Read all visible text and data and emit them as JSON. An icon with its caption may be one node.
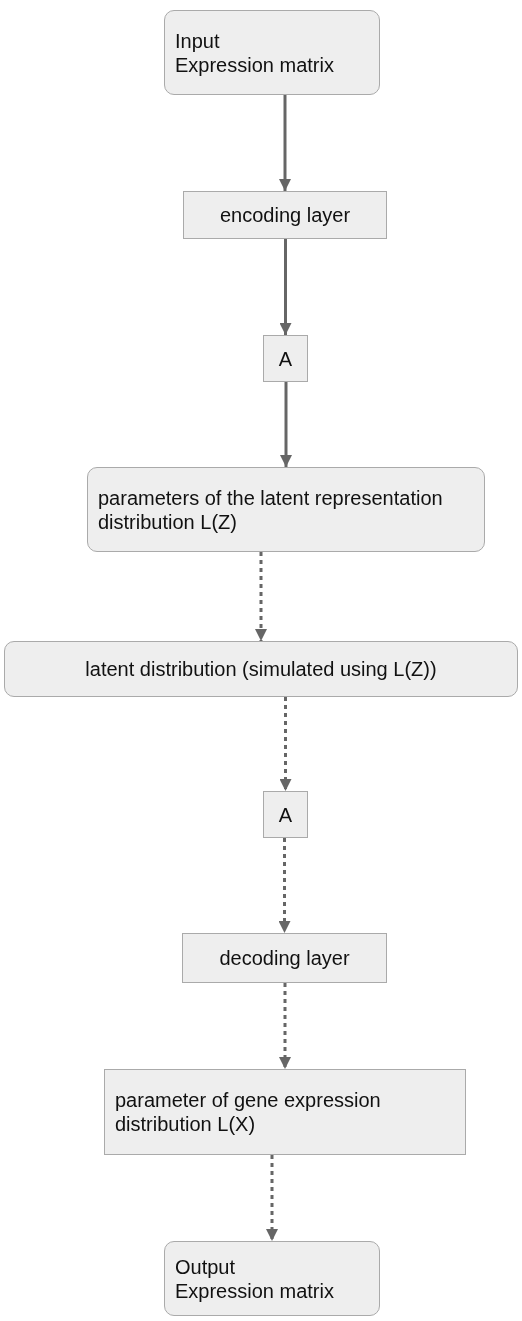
{
  "diagram": {
    "nodes": [
      {
        "text": [
          "Input",
          "Expression matrix"
        ]
      },
      {
        "text": [
          "encoding layer"
        ]
      },
      {
        "text": [
          "A"
        ]
      },
      {
        "text": [
          "parameters of the latent representation distribution L(Z)"
        ]
      },
      {
        "text": [
          "latent distribution (simulated using L(Z))"
        ]
      },
      {
        "text": [
          "A"
        ]
      },
      {
        "text": [
          "decoding layer"
        ]
      },
      {
        "text": [
          "parameter of gene expression distribution L(X)"
        ]
      },
      {
        "text": [
          "Output",
          "Expression matrix"
        ]
      }
    ],
    "edges": [
      {
        "from": 0,
        "to": 1,
        "arrow": "to"
      },
      {
        "from": 1,
        "to": 2,
        "arrow": "to"
      },
      {
        "from": 2,
        "to": 3,
        "arrow": "to"
      },
      {
        "from": 3,
        "to": 4,
        "arrow": "to",
        "style": "dashed"
      },
      {
        "from": 4,
        "to": 5,
        "arrow": "to",
        "style": "dashed"
      },
      {
        "from": 5,
        "to": 6,
        "arrow": "to",
        "style": "dashed"
      },
      {
        "from": 6,
        "to": 7,
        "arrow": "to",
        "style": "dashed"
      },
      {
        "from": 7,
        "to": 8,
        "arrow": "to",
        "style": "dashed"
      }
    ]
  }
}
